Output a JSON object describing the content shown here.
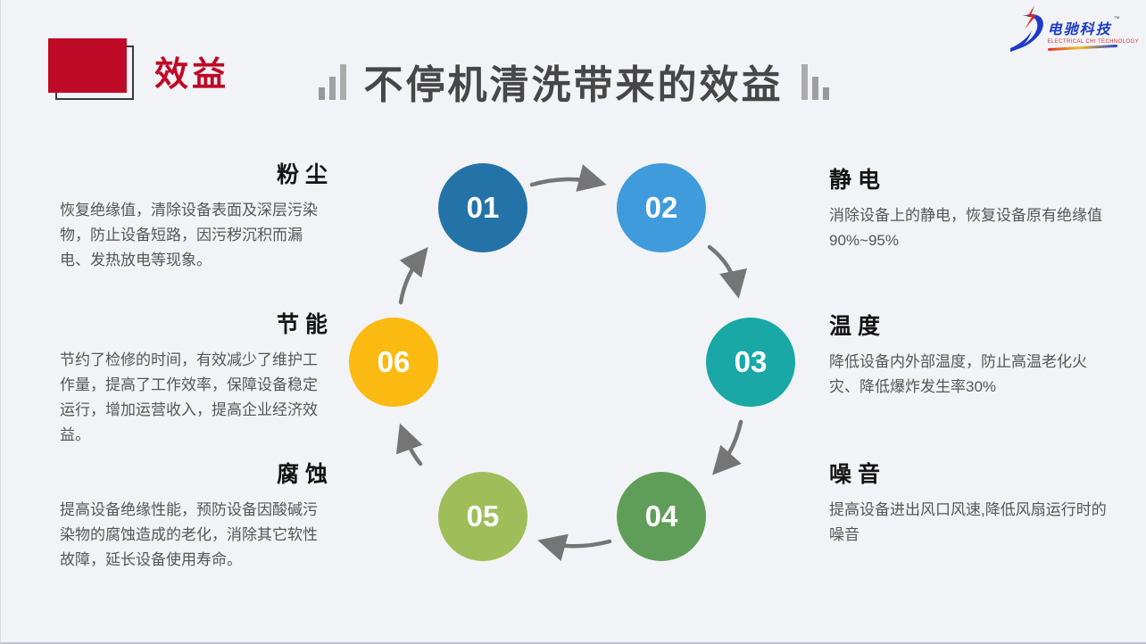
{
  "header": {
    "tag_label": "效益",
    "title": "不停机清洗带来的效益"
  },
  "logo": {
    "name": "电驰科技",
    "tm": "™",
    "subtitle": "ELECTRICAL CHI TECHNOLOGY"
  },
  "colors": {
    "accent_red": "#be0a26",
    "title_gray": "#474747",
    "logo_blue": "#1d3bc8"
  },
  "cycle": {
    "steps": [
      {
        "num": "01",
        "color": "#2473a8"
      },
      {
        "num": "02",
        "color": "#3f9bdc"
      },
      {
        "num": "03",
        "color": "#19a8a6"
      },
      {
        "num": "04",
        "color": "#5f9e58"
      },
      {
        "num": "05",
        "color": "#9fbe59"
      },
      {
        "num": "06",
        "color": "#fbba12"
      }
    ]
  },
  "sections": {
    "left": [
      {
        "heading": "粉尘",
        "body": "恢复绝缘值，清除设备表面及深层污染物，防止设备短路，因污秽沉积而漏电、发热放电等现象。"
      },
      {
        "heading": "节能",
        "body": "节约了检修的时间，有效减少了维护工作量，提高了工作效率，保障设备稳定运行，增加运营收入，提高企业经济效益。"
      },
      {
        "heading": "腐蚀",
        "body": "提高设备绝缘性能，预防设备因酸碱污染物的腐蚀造成的老化，消除其它软性故障，延长设备使用寿命。"
      }
    ],
    "right": [
      {
        "heading": "静电",
        "body": "消除设备上的静电，恢复设备原有绝缘值90%~95%"
      },
      {
        "heading": "温度",
        "body": "降低设备内外部温度，防止高温老化火灾、降低爆炸发生率30%"
      },
      {
        "heading": "噪音",
        "body": "提高设备进出风口风速,降低风扇运行时的噪音"
      }
    ]
  }
}
